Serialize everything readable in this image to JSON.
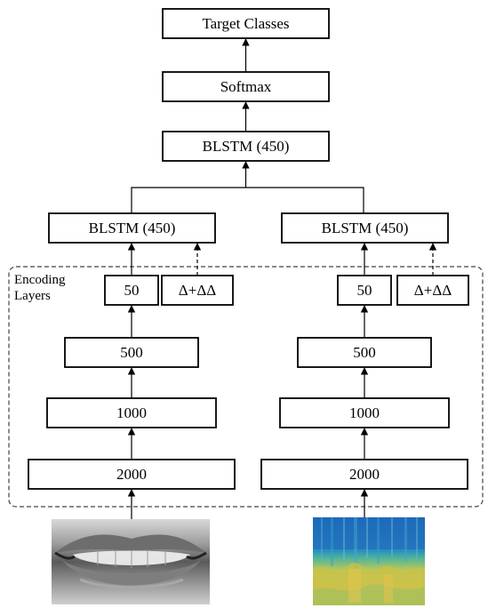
{
  "top": {
    "target_classes": "Target Classes",
    "softmax": "Softmax",
    "blstm_merge": "BLSTM (450)"
  },
  "encoding_label": {
    "line1": "Encoding",
    "line2": "Layers"
  },
  "left_stream": {
    "blstm": "BLSTM (450)",
    "bottleneck": "50",
    "deltas": "Δ+ΔΔ",
    "layer_500": "500",
    "layer_1000": "1000",
    "layer_2000": "2000",
    "input_image": "mouth-image"
  },
  "right_stream": {
    "blstm": "BLSTM (450)",
    "bottleneck": "50",
    "deltas": "Δ+ΔΔ",
    "layer_500": "500",
    "layer_1000": "1000",
    "layer_2000": "2000",
    "input_image": "spectrogram-image"
  }
}
